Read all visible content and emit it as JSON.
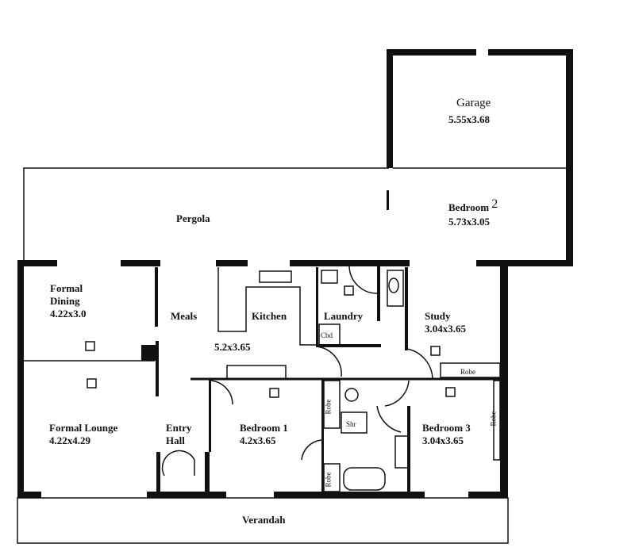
{
  "rooms": {
    "garage": {
      "name": "Garage",
      "size": "5.55x3.68"
    },
    "bedroom2": {
      "name": "Bedroom",
      "num": "2",
      "size": "5.73x3.05"
    },
    "pergola": {
      "name": "Pergola"
    },
    "formal_dining": {
      "name1": "Formal",
      "name2": "Dining",
      "size": "4.22x3.0"
    },
    "meals": {
      "name": "Meals"
    },
    "kitchen": {
      "name": "Kitchen",
      "size": "5.2x3.65"
    },
    "laundry": {
      "name": "Laundry",
      "cupboard": "Cbd"
    },
    "study": {
      "name": "Study",
      "size": "3.04x3.65",
      "robe": "Robe"
    },
    "formal_lounge": {
      "name": "Formal Lounge",
      "size": "4.22x4.29"
    },
    "entry_hall": {
      "name1": "Entry",
      "name2": "Hall"
    },
    "bedroom1": {
      "name": "Bedroom 1",
      "size": "4.2x3.65"
    },
    "bathroom": {
      "robe1": "Robe",
      "shower": "Shr",
      "robe2": "Robe"
    },
    "bedroom3": {
      "name": "Bedroom 3",
      "size": "3.04x3.65",
      "robe": "Robe"
    },
    "verandah": {
      "name": "Verandah"
    }
  }
}
